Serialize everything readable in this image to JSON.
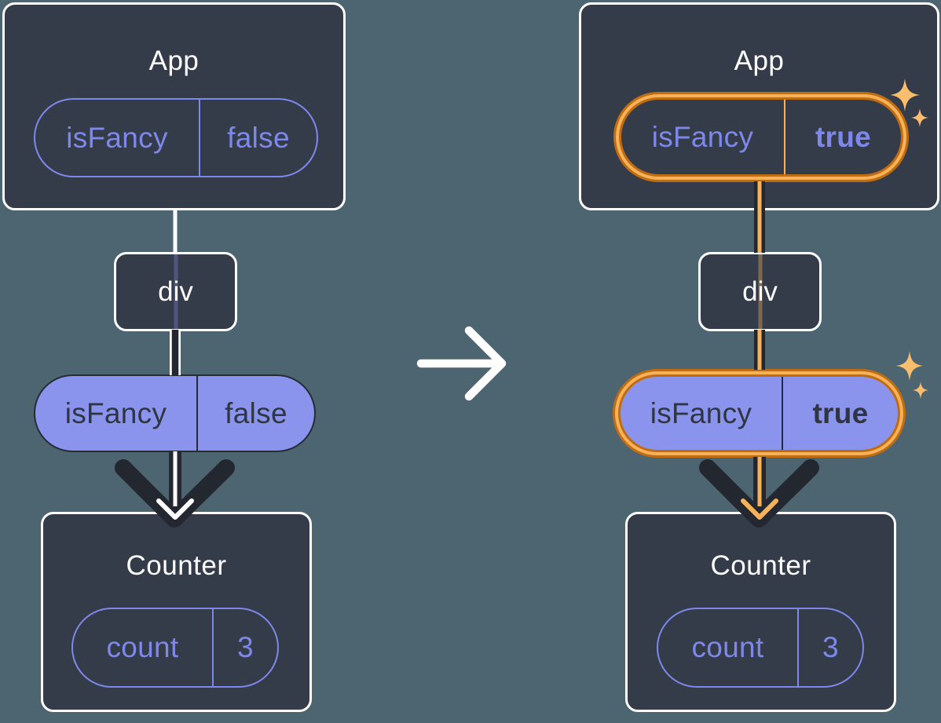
{
  "colors": {
    "background": "#4d6570",
    "box_fill": "#353c49",
    "white": "#ffffff",
    "purple": "#7e88ea",
    "purple_fill": "#8b94ec",
    "dark": "#23272f",
    "dark_text": "#2f3542",
    "orange": "#f7b159",
    "orange_dark": "#c06d12",
    "sparkle": "#fbbd6e"
  },
  "before": {
    "app_title": "App",
    "app_prop": {
      "name": "isFancy",
      "value": "false"
    },
    "div_title": "div",
    "passed_prop": {
      "name": "isFancy",
      "value": "false"
    },
    "counter_title": "Counter",
    "counter_state": {
      "name": "count",
      "value": "3"
    }
  },
  "after": {
    "app_title": "App",
    "app_prop": {
      "name": "isFancy",
      "value": "true"
    },
    "div_title": "div",
    "passed_prop": {
      "name": "isFancy",
      "value": "true"
    },
    "counter_title": "Counter",
    "counter_state": {
      "name": "count",
      "value": "3"
    }
  }
}
